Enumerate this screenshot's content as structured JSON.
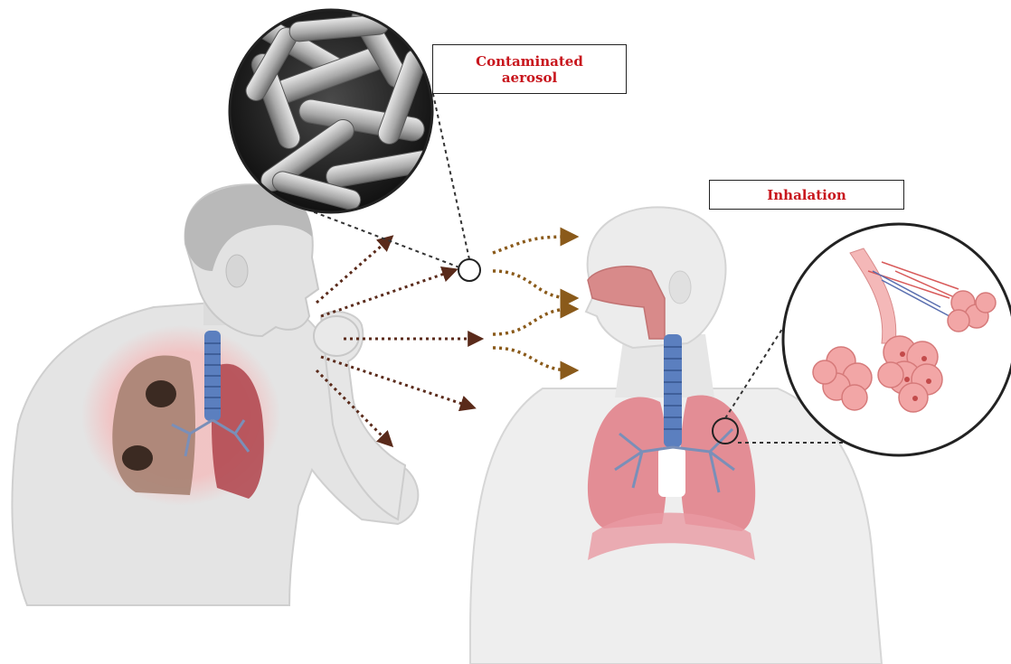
{
  "labels": {
    "contaminated_line1": "Contaminated",
    "contaminated_line2": "aerosol",
    "inhalation": "Inhalation"
  },
  "colors": {
    "label_text": "#c8161d",
    "skin": "#e3e3e3",
    "skin_outline": "#c9c9c9",
    "trachea": "#5b7fbf",
    "lung_healthy": "#d98a8a",
    "lung_infected_left": "#a78272",
    "lesion": "#3b2a22",
    "cough_arrow": "#5a2a1a",
    "inhale_arrow": "#8a5a1a",
    "airway": "#d88a8a",
    "alveoli": "#f2a6a6"
  },
  "icons": {
    "bacteria_micrograph": "sem-bacteria-image",
    "alveoli_zoom": "alveoli-image"
  }
}
